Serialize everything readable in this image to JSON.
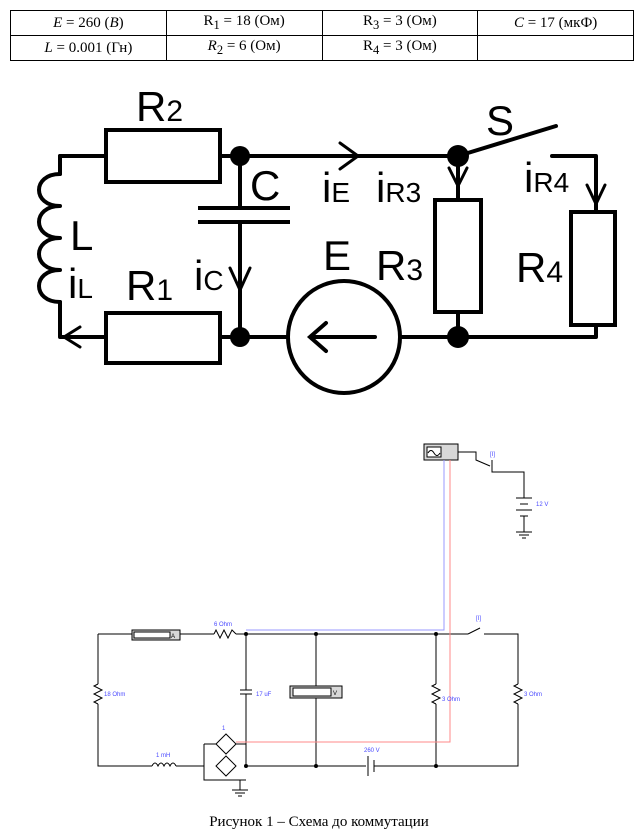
{
  "params": {
    "E": {
      "sym": "E",
      "eq": " = 260 (",
      "unit": "В",
      "close": ")"
    },
    "R1": {
      "sym": "R",
      "sub": "1",
      "val": " = 18 (Ом)"
    },
    "R3": {
      "sym": "R",
      "sub": "3",
      "val": " = 3 (Ом)"
    },
    "C": {
      "sym": "C",
      "val": " = 17 (мкФ)"
    },
    "L": {
      "sym": "L",
      "val": " = 0.001 (Гн)"
    },
    "R2": {
      "sym": "R",
      "sub": "2",
      "val": " = 6 (Ом)"
    },
    "R4": {
      "sym": "R",
      "sub": "4",
      "val": " = 3 (Ом)"
    }
  },
  "schematic": {
    "R2": "R",
    "R2sub": "2",
    "C": "C",
    "L": "L",
    "iL": "i",
    "iLsub": "L",
    "R1": "R",
    "R1sub": "1",
    "iC": "i",
    "iCsub": "C",
    "iE": "i",
    "iEsub": "E",
    "E": "E",
    "iR3": "i",
    "iR3sub": "R3",
    "R3": "R",
    "R3sub": "3",
    "S": "S",
    "iR4": "i",
    "iR4sub": "R4",
    "R4": "R",
    "R4sub": "4"
  },
  "sim": {
    "ammeter": "A",
    "voltmeter": "V",
    "r2": "6 Ohm",
    "r1": "18 Ohm",
    "cap": "17 uF",
    "r3": "3 Ohm",
    "r4": "3 Ohm",
    "ind": "1 mH",
    "src": "260 V",
    "sw_key": "[I]",
    "sw_key2": "[I]",
    "batt": "12 V",
    "ccvs": "1"
  },
  "caption": "Рисунок 1 – Схема до коммутации"
}
